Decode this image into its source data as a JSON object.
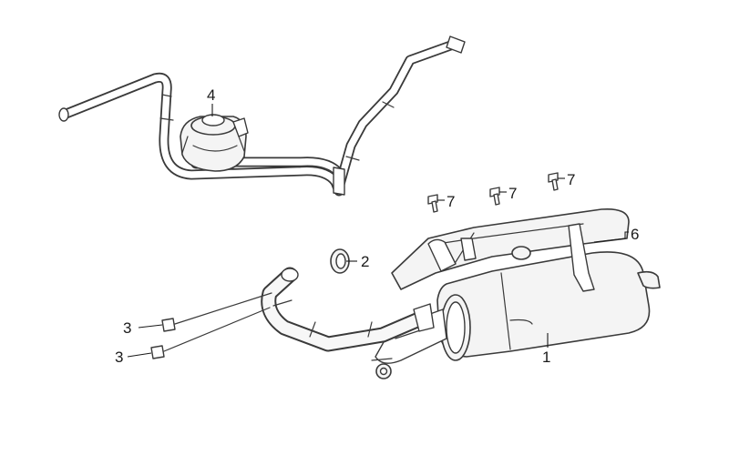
{
  "callouts": {
    "c1": "1",
    "c2": "2",
    "c3a": "3",
    "c3b": "3",
    "c4": "4",
    "c6": "6",
    "c7a": "7",
    "c7b": "7",
    "c7c": "7"
  }
}
